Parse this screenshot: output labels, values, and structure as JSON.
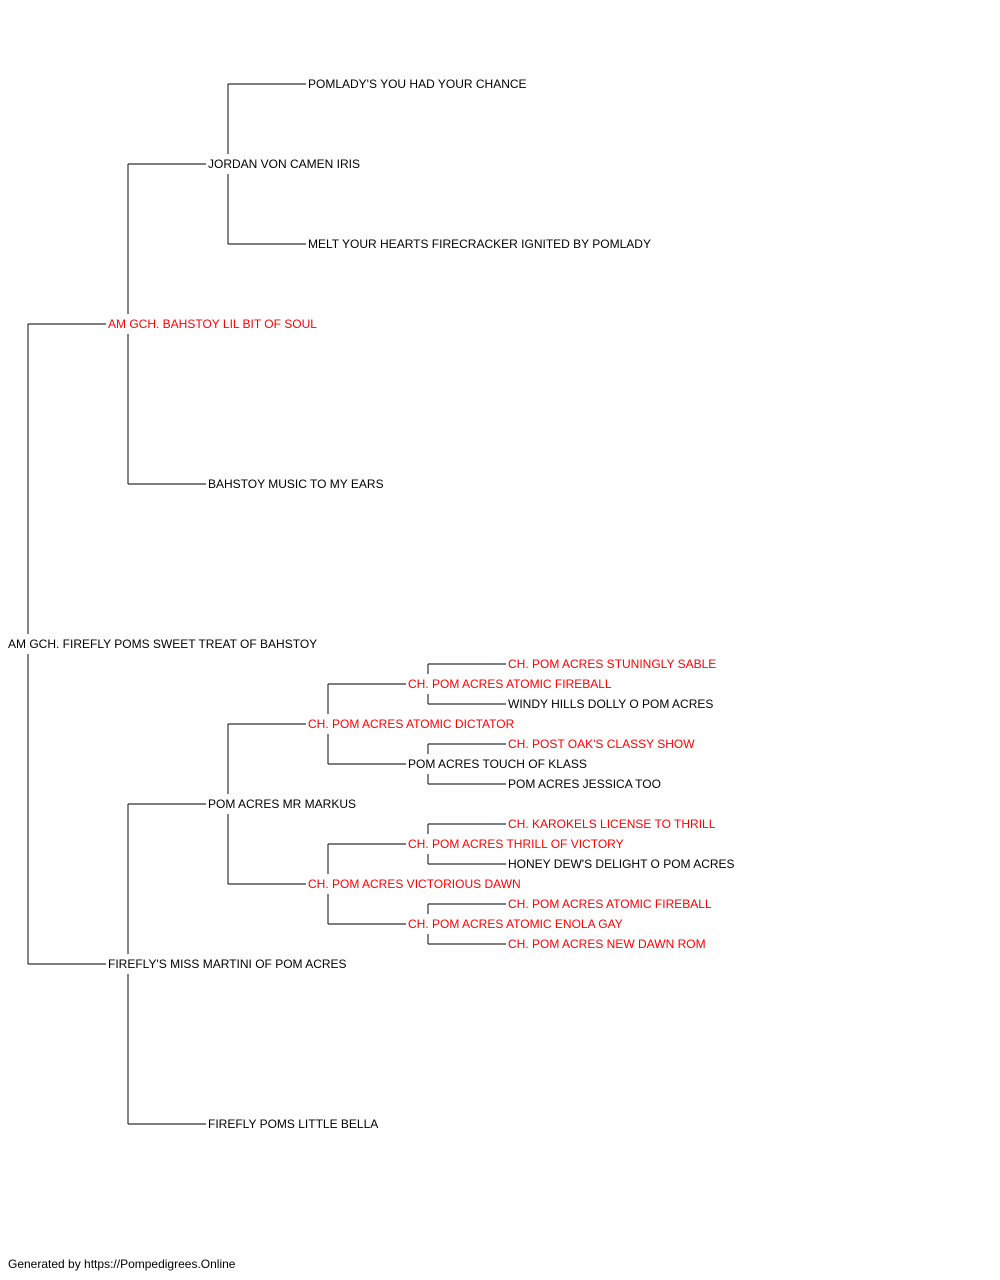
{
  "colors": {
    "champion": "#ff0000",
    "normal": "#000000"
  },
  "tree": {
    "name": "AM GCH. FIREFLY POMS SWEET TREAT OF BAHSTOY",
    "champion": false,
    "parents": [
      {
        "name": "AM GCH. BAHSTOY LIL BIT OF SOUL",
        "champion": true,
        "parents": [
          {
            "name": "JORDAN VON CAMEN IRIS",
            "champion": false,
            "parents": [
              {
                "name": "POMLADY'S YOU HAD YOUR CHANCE",
                "champion": false
              },
              {
                "name": "MELT YOUR HEARTS FIRECRACKER IGNITED BY POMLADY",
                "champion": false
              }
            ]
          },
          {
            "name": "BAHSTOY MUSIC TO MY EARS",
            "champion": false
          }
        ]
      },
      {
        "name": "FIREFLY'S MISS MARTINI OF POM ACRES",
        "champion": false,
        "parents": [
          {
            "name": "POM ACRES MR MARKUS",
            "champion": false,
            "parents": [
              {
                "name": "CH. POM ACRES ATOMIC DICTATOR",
                "champion": true,
                "parents": [
                  {
                    "name": "CH. POM ACRES ATOMIC FIREBALL",
                    "champion": true,
                    "parents": [
                      {
                        "name": "CH. POM ACRES STUNINGLY SABLE",
                        "champion": true
                      },
                      {
                        "name": "WINDY HILLS DOLLY O POM ACRES",
                        "champion": false
                      }
                    ]
                  },
                  {
                    "name": "POM ACRES TOUCH OF KLASS",
                    "champion": false,
                    "parents": [
                      {
                        "name": "CH. POST OAK'S CLASSY SHOW",
                        "champion": true
                      },
                      {
                        "name": "POM ACRES JESSICA TOO",
                        "champion": false
                      }
                    ]
                  }
                ]
              },
              {
                "name": "CH. POM ACRES VICTORIOUS DAWN",
                "champion": true,
                "parents": [
                  {
                    "name": "CH. POM ACRES THRILL OF VICTORY",
                    "champion": true,
                    "parents": [
                      {
                        "name": "CH. KAROKELS LICENSE TO THRILL",
                        "champion": true
                      },
                      {
                        "name": "HONEY DEW'S DELIGHT O POM ACRES",
                        "champion": false
                      }
                    ]
                  },
                  {
                    "name": "CH. POM ACRES ATOMIC ENOLA GAY",
                    "champion": true,
                    "parents": [
                      {
                        "name": "CH. POM ACRES ATOMIC FIREBALL",
                        "champion": true
                      },
                      {
                        "name": "CH. POM ACRES NEW DAWN ROM",
                        "champion": true
                      }
                    ]
                  }
                ]
              }
            ]
          },
          {
            "name": "FIREFLY POMS LITTLE BELLA",
            "champion": false
          }
        ]
      }
    ]
  },
  "footer": "Generated by https://Pompedigrees.Online"
}
